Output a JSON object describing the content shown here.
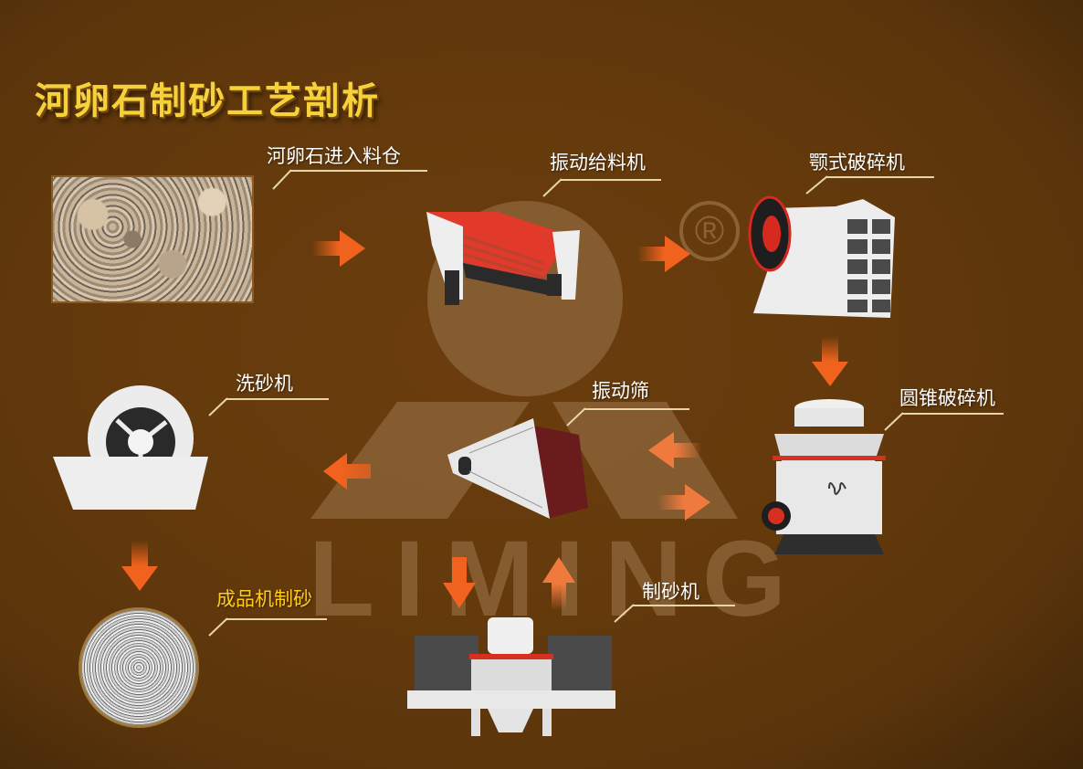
{
  "title": "河卵石制砂工艺剖析",
  "watermark": {
    "brand": "LIMING",
    "registered_mark": "®"
  },
  "steps": [
    {
      "id": "pebble-bin",
      "label": "河卵石进入料仓"
    },
    {
      "id": "vibrating-feeder",
      "label": "振动给料机"
    },
    {
      "id": "jaw-crusher",
      "label": "颚式破碎机"
    },
    {
      "id": "cone-crusher",
      "label": "圆锥破碎机"
    },
    {
      "id": "vibrating-screen",
      "label": "振动筛"
    },
    {
      "id": "sand-maker",
      "label": "制砂机"
    },
    {
      "id": "sand-washer",
      "label": "洗砂机"
    },
    {
      "id": "finished-sand",
      "label": "成品机制砂"
    }
  ],
  "colors": {
    "background": "#643a0c",
    "title": "#f6d23a",
    "label": "#ffffff",
    "highlight_label": "#ffcc1e",
    "arrow": "#f0621e",
    "watermark": "#8a6236"
  }
}
